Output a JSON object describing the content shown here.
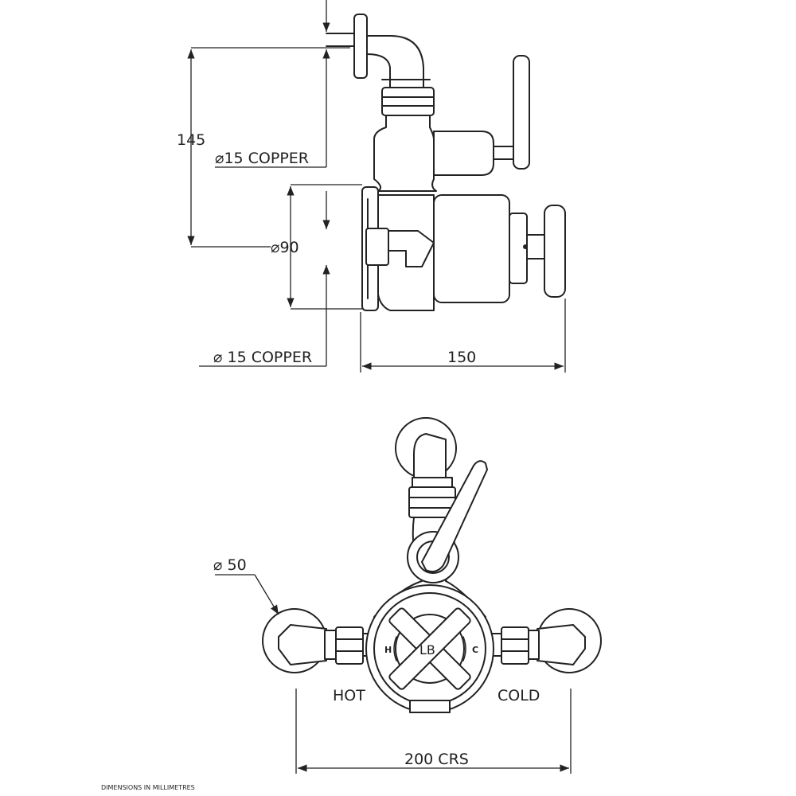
{
  "side_view": {
    "dim_height": "145",
    "dim_top_pipe": "⌀15 COPPER",
    "dim_body_diameter": "⌀90",
    "dim_bottom_pipe": "⌀ 15 COPPER",
    "dim_depth": "150"
  },
  "front_view": {
    "dim_flange": "⌀ 50",
    "hot_label": "HOT",
    "cold_label": "COLD",
    "dim_centres": "200 CRS",
    "hot_mark": "H",
    "cold_mark": "C",
    "logo": "LB"
  },
  "footer_note": "DIMENSIONS IN MILLIMETRES"
}
